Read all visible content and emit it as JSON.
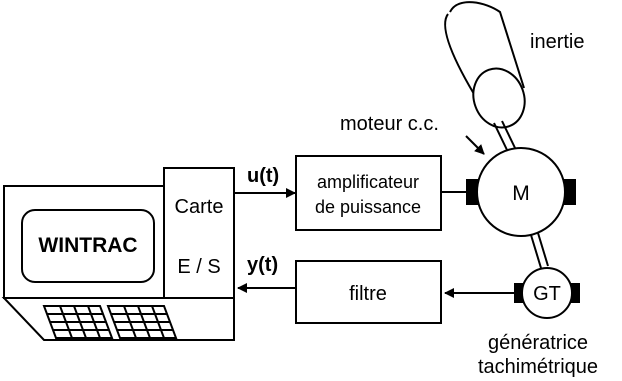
{
  "computer": {
    "screen_label": "WINTRAC"
  },
  "card": {
    "line1": "Carte",
    "line2": "E / S"
  },
  "signals": {
    "input": "u(t)",
    "output": "y(t)"
  },
  "amplifier": {
    "line1": "amplificateur",
    "line2": "de puissance"
  },
  "filter": {
    "label": "filtre"
  },
  "motor": {
    "symbol": "M",
    "label": "moteur c.c."
  },
  "inertia": {
    "label": "inertie"
  },
  "tachometer": {
    "symbol": "GT",
    "label_line1": "génératrice",
    "label_line2": "tachimétrique"
  }
}
